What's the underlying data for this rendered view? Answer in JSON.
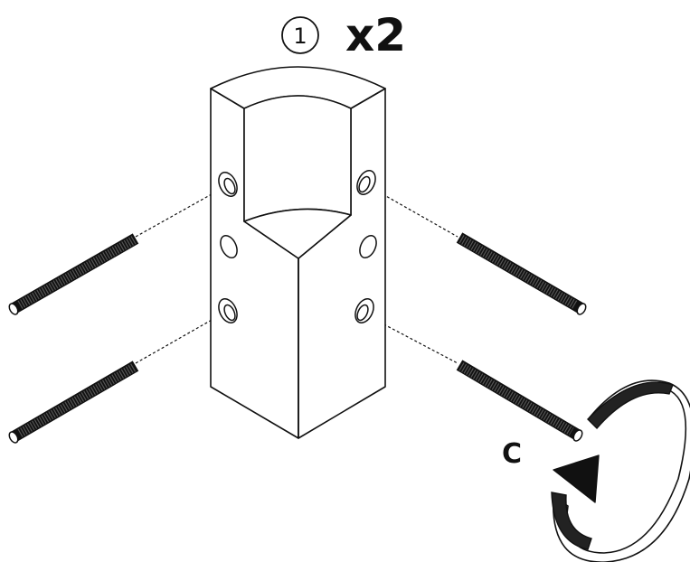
{
  "step": {
    "number": "1",
    "quantity": "x2"
  },
  "rotation": {
    "label": "C"
  },
  "icons": {
    "block": "hollow-bracket-block",
    "rods": "threaded-rod",
    "rotation": "clockwise-rotation-arrow"
  }
}
